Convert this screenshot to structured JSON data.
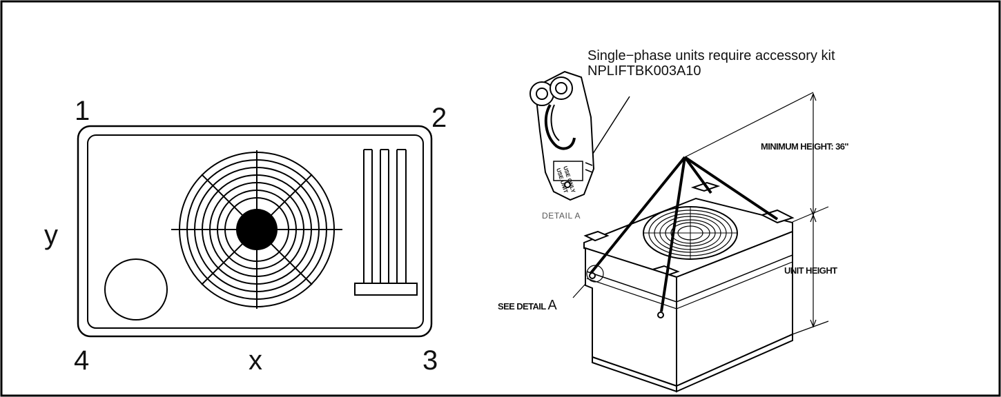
{
  "corner_labels": {
    "c1": "1",
    "c2": "2",
    "c3": "3",
    "c4": "4"
  },
  "axis_labels": {
    "x": "x",
    "y": "y"
  },
  "note": {
    "line1": "Single−phase units require accessory kit",
    "line2": "NPLIFTBK003A10"
  },
  "dimensions": {
    "minimum_height": "MINIMUM HEIGHT:  36\"",
    "unit_height": "UNIT HEIGHT"
  },
  "detail": {
    "label": "DETAIL A",
    "callout": "SEE DETAIL",
    "callout_letter": "A",
    "bracket_text_1": "USE UNIT",
    "bracket_text_2": "USE ONLY"
  }
}
